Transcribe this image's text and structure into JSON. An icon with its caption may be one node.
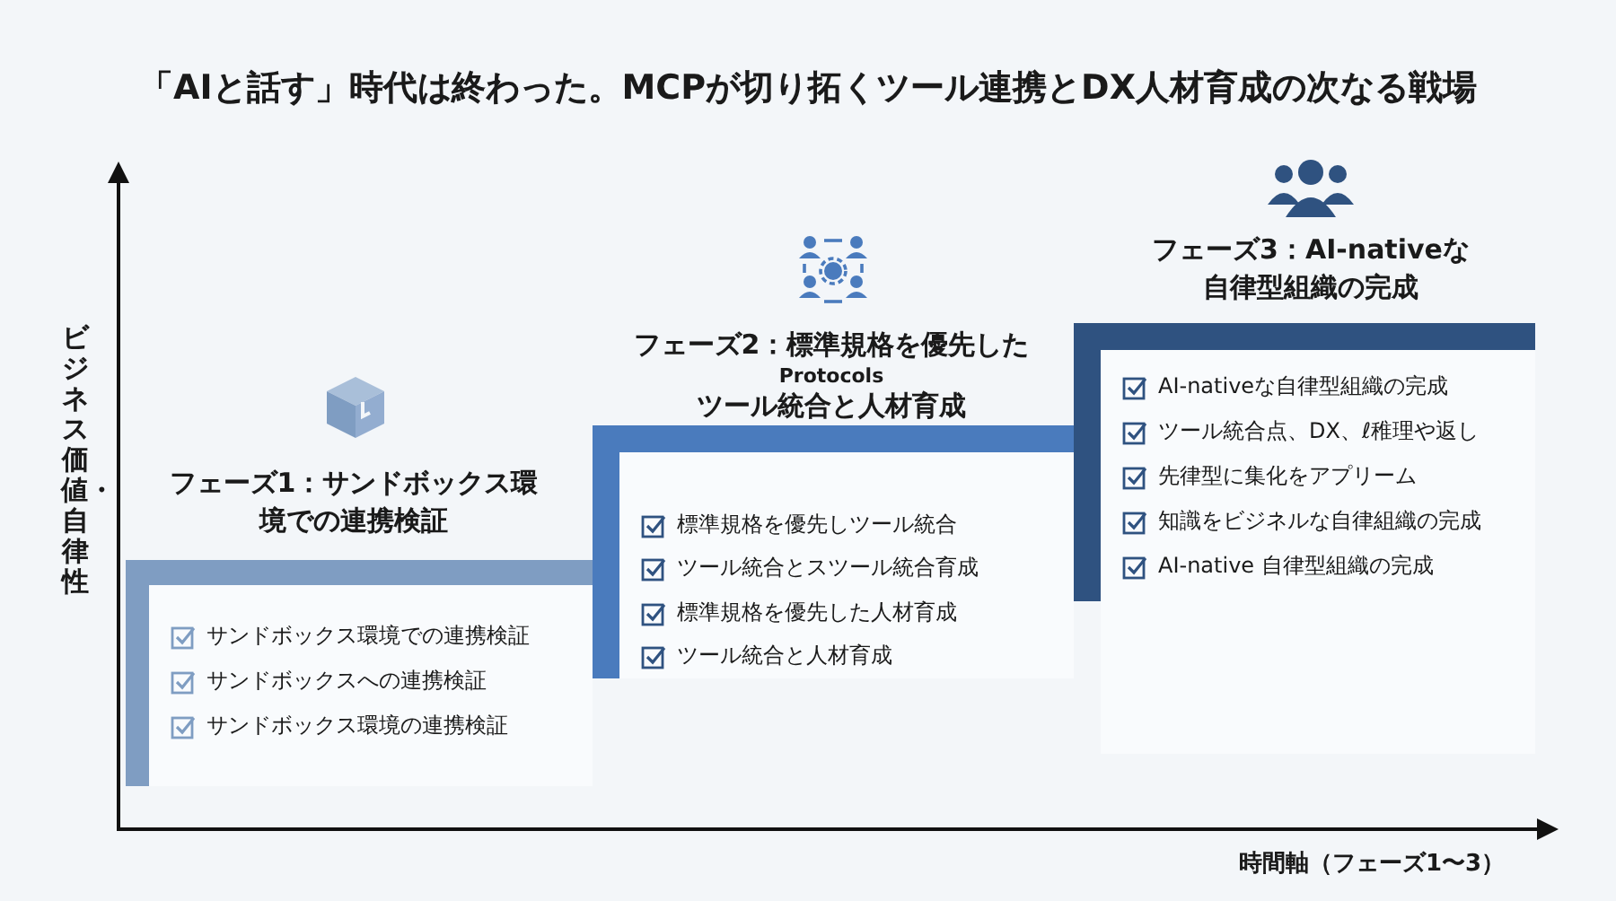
{
  "diagram": {
    "title": "「AIと話す」時代は終わった。MCPが切り拓くツール連携とDX人材育成の次なる戦場",
    "nodes": [
      {
        "text": [
          "フェーズ1：サンドボックス環境での連携検証",
          "サンドボックス環境での連携検証",
          "サンドボックスへの連携検証",
          "サンドボックス環境の連携検証"
        ]
      },
      {
        "text": [
          "フェーズ2：標準規格を優先した",
          "Protocols",
          "ツール統合と人材育成",
          "標準規格を優先しツール統合",
          "ツール統合とスツール統合育成",
          "標準規格を優先した人材育成",
          "ツール統合と人材育成"
        ]
      },
      {
        "text": [
          "フェーズ3：AI-nativeな自律型組織の完成",
          "AI-nativeな自律型組織の完成",
          "ツール統合点、DX、ℓ稚理や返し",
          "先律型に集化をアプリーム",
          "知識をビジネルな自律組織の完成",
          "AI-native 自律型組織の完成"
        ]
      }
    ],
    "labels": [
      "ビジネス価値・自律性",
      "時間軸（フェーズ1〜3）"
    ]
  }
}
